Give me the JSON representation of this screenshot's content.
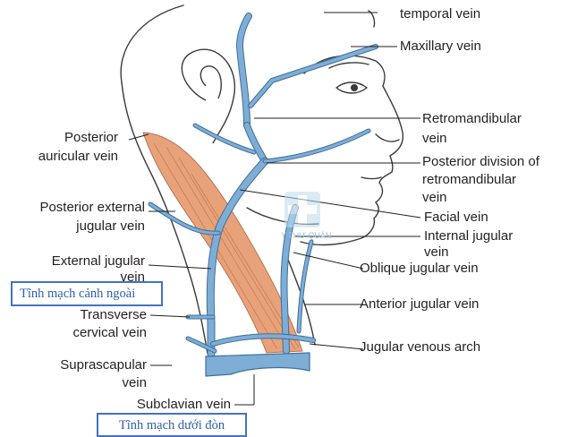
{
  "colors": {
    "vein": "#7eaed6",
    "vein_stroke": "#3f6f9a",
    "muscle": "#e8a27a",
    "outline": "#3a3a3a",
    "box_border": "#4472c4",
    "box_text": "#2e5fae"
  },
  "labels": {
    "temporal_vein": "temporal vein",
    "maxillary_vein": "Maxillary vein",
    "retromandibular_l1": "Retromandibular",
    "retromandibular_l2": "vein",
    "posterior_division_l1": "Posterior division of",
    "posterior_division_l2": "retromandibular",
    "posterior_division_l3": "vein",
    "facial_vein": "Facial vein",
    "internal_jugular_l1": "Internal jugular",
    "internal_jugular_l2": "vein",
    "oblique_jugular": "Oblique jugular vein",
    "anterior_jugular": "Anterior jugular vein",
    "jugular_arch": "Jugular venous arch",
    "posterior_auricular_l1": "Posterior",
    "posterior_auricular_l2": "auricular vein",
    "posterior_external_l1": "Posterior external",
    "posterior_external_l2": "jugular vein",
    "external_jugular_l1": "External jugular",
    "external_jugular_l2": "vein",
    "transverse_l1": "Transverse",
    "transverse_l2": "cervical vein",
    "suprascapular_l1": "Suprascapular",
    "suprascapular_l2": "vein",
    "subclavian": "Subclavian vein"
  },
  "callouts": {
    "external_jugular_vi": "Tĩnh mạch cảnh ngoài",
    "subclavian_vi": "Tĩnh mạch dưới đòn"
  },
  "watermark": {
    "logo_icon": "cross-logo-icon",
    "text": "Y THƯ QUÁN"
  }
}
